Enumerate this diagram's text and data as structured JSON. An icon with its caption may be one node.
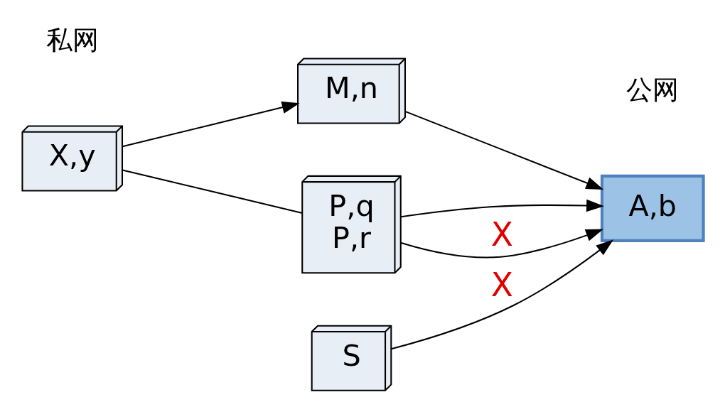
{
  "diagram": {
    "nodes": [
      {
        "text": [
          "X,y"
        ]
      },
      {
        "text": [
          "A,b"
        ]
      },
      {
        "text": [
          "M,n"
        ]
      },
      {
        "text": [
          "P,q",
          "P,r"
        ]
      },
      {
        "text": [
          "S"
        ]
      }
    ],
    "edges": [
      {
        "from": 0,
        "to": 2,
        "arrow": "to"
      },
      {
        "from": 2,
        "to": 1,
        "arrow": "to"
      },
      {
        "from": 0,
        "to": 3,
        "arrow": "none"
      },
      {
        "from": 3,
        "to": 1,
        "arrow": "to"
      },
      {
        "from": 3,
        "to": 1,
        "arrow": "to",
        "label": "X"
      },
      {
        "from": 4,
        "to": 1,
        "arrow": "to",
        "label": "X"
      }
    ],
    "labels": [
      "私网",
      "公网"
    ]
  }
}
